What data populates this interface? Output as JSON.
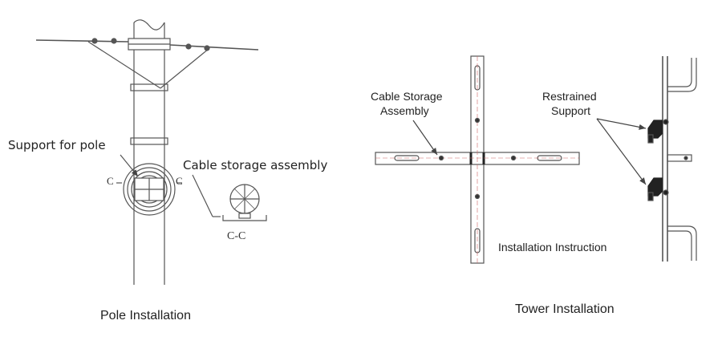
{
  "pole": {
    "support_label": "Support for pole",
    "storage_label": "Cable storage assembly",
    "section_left": "C",
    "section_right": "C",
    "section_view": "C-C",
    "caption": "Pole Installation"
  },
  "tower": {
    "storage_label_line1": "Cable Storage",
    "storage_label_line2": "Assembly",
    "support_label_line1": "Restrained",
    "support_label_line2": "Support",
    "instruction": "Installation Instruction",
    "caption": "Tower Installation"
  }
}
